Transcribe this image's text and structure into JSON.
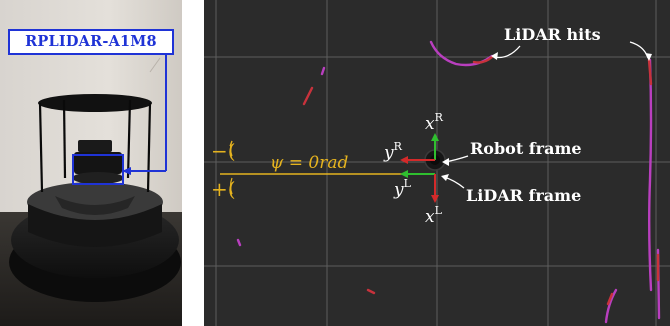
{
  "photo": {
    "sensor_label": "RPLIDAR-A1M8"
  },
  "visualization": {
    "lidar_hits_label": "LiDAR hits",
    "robot_frame_label": "Robot frame",
    "lidar_frame_label": "LiDAR frame",
    "angle_label": "ψ = 0rad",
    "negative_direction": "−(",
    "positive_direction": "+(",
    "axis_x_robot": "x",
    "axis_x_robot_sup": "R",
    "axis_y_robot": "y",
    "axis_y_robot_sup": "R",
    "axis_y_lidar": "y",
    "axis_y_lidar_sup": "L",
    "axis_x_lidar": "x",
    "axis_x_lidar_sup": "L",
    "colors": {
      "background": "#2b2b2b",
      "grid": "#5e5e5e",
      "scan_magenta": "#b93fbf",
      "scan_red": "#c8323c",
      "angle_line": "#e5b31f",
      "x_axis": "#d42a2a",
      "y_axis": "#2fbf2f",
      "annotation_blue": "#1f33d6"
    }
  }
}
